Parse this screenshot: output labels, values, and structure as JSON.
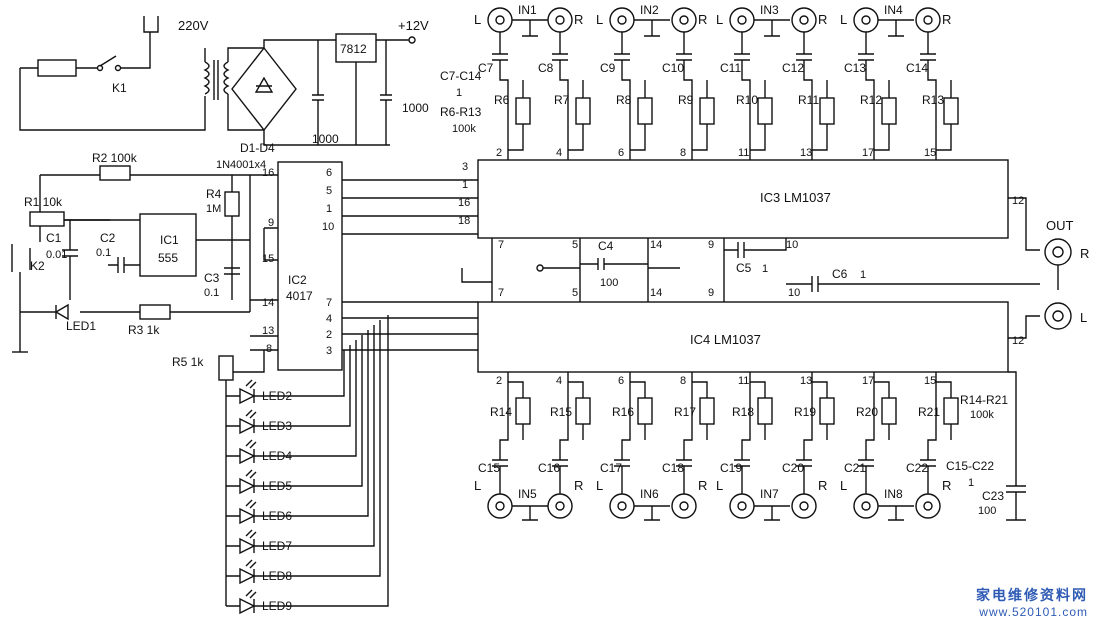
{
  "power": {
    "mains": "220V",
    "switch": "K1",
    "bridge": "D1-D4",
    "bridge_part": "1N4001x4",
    "regulator": "7812",
    "rail": "+12V",
    "cap_in": "1000",
    "cap_out": "1000"
  },
  "timer": {
    "r1": "R1  10k",
    "r2": "R2  100k",
    "r3": "R3  1k",
    "r4": "R4",
    "r4_val": "1M",
    "c1": "C1",
    "c1_val": "0.01",
    "c2": "C2",
    "c2_val": "0.1",
    "c3": "C3",
    "c3_val": "0.1",
    "ic1": "IC1",
    "ic1_part": "555",
    "k2": "K2",
    "led1": "LED1"
  },
  "counter": {
    "ic2": "IC2",
    "ic2_part": "4017",
    "r5": "R5  1k",
    "left_pins": [
      "16",
      "9",
      "15",
      "14",
      "13",
      "8"
    ],
    "right_pins": [
      "6",
      "5",
      "1",
      "10",
      "7",
      "4",
      "2",
      "3"
    ],
    "leds": [
      "LED2",
      "LED3",
      "LED4",
      "LED5",
      "LED6",
      "LED7",
      "LED8",
      "LED9"
    ]
  },
  "ic3": {
    "name": "IC3  LM1037",
    "inputs": [
      "IN1",
      "IN2",
      "IN3",
      "IN4"
    ],
    "caps": [
      "C7",
      "C8",
      "C9",
      "C10",
      "C11",
      "C12",
      "C13",
      "C14"
    ],
    "resistors": [
      "R6",
      "R7",
      "R8",
      "R9",
      "R10",
      "R11",
      "R12",
      "R13"
    ],
    "top_pins": [
      "2",
      "4",
      "6",
      "8",
      "11",
      "13",
      "17",
      "15"
    ],
    "left_pins": [
      "3",
      "1",
      "16",
      "18"
    ],
    "bottom_pins": [
      "7",
      "5",
      "14",
      "9",
      "10"
    ],
    "out_pin": "12",
    "cap_group": "C7-C14",
    "cap_group_val": "1",
    "res_group": "R6-R13",
    "res_group_val": "100k"
  },
  "ic4": {
    "name": "IC4  LM1037",
    "inputs": [
      "IN5",
      "IN6",
      "IN7",
      "IN8"
    ],
    "caps": [
      "C15",
      "C16",
      "C17",
      "C18",
      "C19",
      "C20",
      "C21",
      "C22"
    ],
    "resistors": [
      "R14",
      "R15",
      "R16",
      "R17",
      "R18",
      "R19",
      "R20",
      "R21"
    ],
    "bottom_pins": [
      "2",
      "4",
      "6",
      "8",
      "11",
      "13",
      "17",
      "15"
    ],
    "top_pins": [
      "7",
      "5",
      "14",
      "9",
      "10"
    ],
    "out_pin": "12",
    "cap_group": "C15-C22",
    "cap_group_val": "1",
    "res_group": "R14-R21",
    "res_group_val": "100k",
    "c23": "C23",
    "c23_val": "100"
  },
  "shared": {
    "c4": "C4",
    "c4_val": "100",
    "c5": "C5",
    "c5_val": "1",
    "c6": "C6",
    "c6_val": "1",
    "out": "OUT",
    "out_r": "R",
    "out_l": "L",
    "ch_l": "L",
    "ch_r": "R"
  },
  "watermark": {
    "line1": "家电维修资料网",
    "line2": "www.520101.com"
  }
}
